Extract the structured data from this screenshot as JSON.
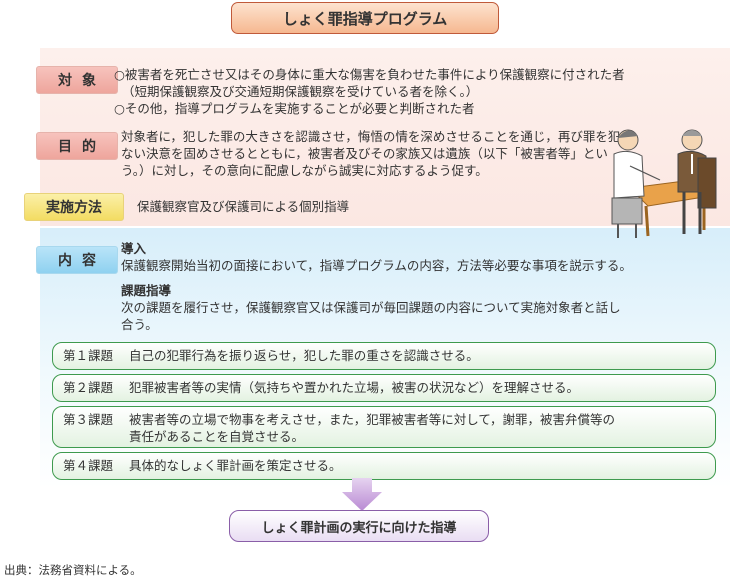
{
  "title": "しょく罪指導プログラム",
  "rows": {
    "target": {
      "label": "対象",
      "lines": [
        "○被害者を死亡させ又はその身体に重大な傷害を負わせた事件により保護観察に付された者",
        "（短期保護観察及び交通短期保護観察を受けている者を除く。）",
        "○その他，指導プログラムを実施することが必要と判断された者"
      ]
    },
    "purpose": {
      "label": "目的",
      "lines": [
        "対象者に，犯した罪の大きさを認識させ，悔悟の情を深めさせることを通じ，再び罪を犯さ",
        "ない決意を固めさせるとともに，被害者及びその家族又は遺族（以下「被害者等」とい",
        "う。）に対し，その意向に配慮しながら誠実に対応するよう促す。"
      ]
    },
    "method": {
      "label": "実施方法",
      "text": "保護観察官及び保護司による個別指導"
    },
    "content": {
      "label": "内容",
      "intro_heading": "導入",
      "intro_text": "保護観察開始当初の面接において，指導プログラムの内容，方法等必要な事項を説示する。",
      "task_heading": "課題指導",
      "task_lines": [
        "次の課題を履行させ，保護観察官又は保護司が毎回課題の内容について実施対象者と話し",
        "合う。"
      ]
    }
  },
  "tasks": [
    {
      "name": "第１課題",
      "lines": [
        "自己の犯罪行為を振り返らせ，犯した罪の重さを認識させる。"
      ]
    },
    {
      "name": "第２課題",
      "lines": [
        "犯罪被害者等の実情（気持ちや置かれた立場，被害の状況など）を理解させる。"
      ]
    },
    {
      "name": "第３課題",
      "lines": [
        "被害者等の立場で物事を考えさせ，また，犯罪被害者等に対して，謝罪，被害弁償等の",
        "責任があることを自覚させる。"
      ]
    },
    {
      "name": "第４課題",
      "lines": [
        "具体的なしょく罪計画を策定させる。"
      ]
    }
  ],
  "final": "しょく罪計画の実行に向けた指導",
  "source": "出典：法務省資料による。",
  "colors": {
    "title_border": "#c05a3a",
    "pink_label": "#eea59c",
    "blue_label": "#8fd1f0",
    "yellow_label": "#f3dc62",
    "task_border": "#3e9a4e",
    "final_border": "#8a5ea8",
    "arrow": "#c9a3dc"
  }
}
